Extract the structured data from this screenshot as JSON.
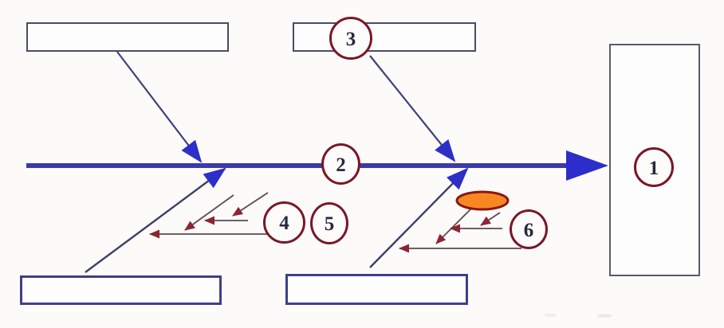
{
  "diagram": {
    "type": "fishbone-cause-effect-template",
    "markers": [
      {
        "id": "effect-marker",
        "label": "1"
      },
      {
        "id": "spine-marker",
        "label": "2"
      },
      {
        "id": "top-category-marker",
        "label": "3"
      },
      {
        "id": "mid-bone-marker",
        "label": "4"
      },
      {
        "id": "small-bone-marker",
        "label": "5"
      },
      {
        "id": "sub-bone-marker",
        "label": "6"
      }
    ],
    "boxes": {
      "top_left_label": "",
      "top_middle_label": "",
      "bottom_left_label": "",
      "bottom_middle_label": "",
      "effect_label": ""
    },
    "colors": {
      "spine_blue": "#3a3aac",
      "arrow_blue": "#2e2ec9",
      "bone_navy": "#3e3e68",
      "sub_line": "#5c4850",
      "sub_arrow_maroon": "#8b2433",
      "circle_border": "#7a1627",
      "highlight_ellipse_fill": "#f6881f",
      "highlight_ellipse_border": "#8b1616",
      "box_border_gray": "#4c4c62",
      "box_border_purple": "#3f3f8a"
    }
  }
}
